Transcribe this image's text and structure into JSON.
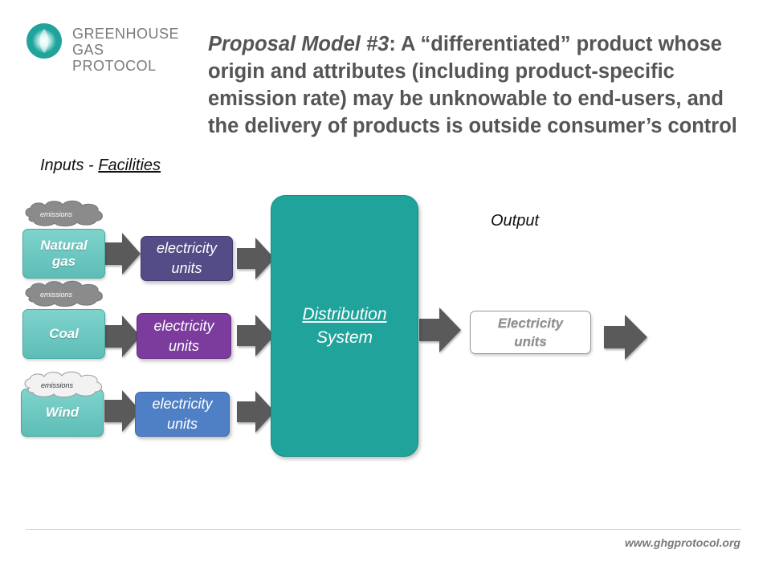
{
  "logo": {
    "line1": "GREENHOUSE",
    "line2": "GAS PROTOCOL",
    "icon": "ghg-protocol-logo-icon",
    "color": "#1fa39b"
  },
  "title": {
    "lead": "Proposal  Model #3",
    "rest": ": A “differentiated” product whose origin and attributes (including product-specific emission rate) may be unknowable to end-users, and the delivery of products is outside consumer’s control"
  },
  "inputs_label": {
    "prefix": "Inputs - ",
    "underlined": "Facilities"
  },
  "output_label": "Output",
  "sources": [
    {
      "line1": "Natural",
      "line2": "gas",
      "cloud": "emissions"
    },
    {
      "line1": "Coal",
      "line2": "",
      "cloud": "emissions"
    },
    {
      "line1": "Wind",
      "line2": "",
      "cloud": "emissions"
    }
  ],
  "units": [
    {
      "line1": "electricity",
      "line2": "units",
      "color": "#544c86"
    },
    {
      "line1": "electricity",
      "line2": "units",
      "color": "#7c3c9d"
    },
    {
      "line1": "electricity",
      "line2": "units",
      "color": "#4f80c5"
    }
  ],
  "distribution": {
    "line1": "Distribution",
    "line2": "System",
    "color": "#1fa39b"
  },
  "output_box": {
    "line1": "Electricity",
    "line2": "units"
  },
  "footer": {
    "url": "www.ghgprotocol.org"
  }
}
